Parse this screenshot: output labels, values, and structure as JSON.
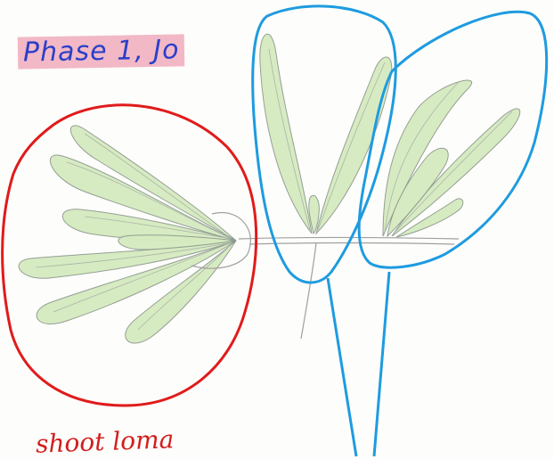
{
  "title": "Phase 1, Jo",
  "caption": "shoot loma",
  "colors": {
    "title_text": "#2a3fc8",
    "title_highlight": "#f2b8c6",
    "red_outline": "#e01b1b",
    "blue_outline": "#1e9be0",
    "leaf_fill": "#d6ebc0"
  },
  "icons": {
    "left_group": "red-circled-leaf-rosette",
    "right_group": "blue-circled-shoots"
  }
}
